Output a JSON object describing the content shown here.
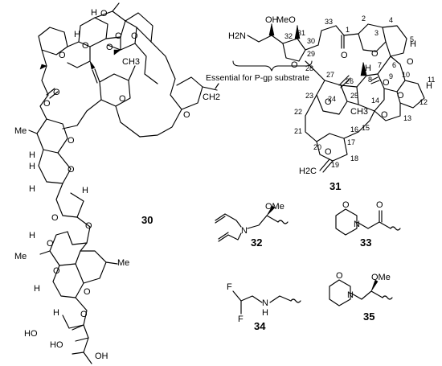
{
  "atoms": {
    "o": "O",
    "h": "H",
    "me": "Me",
    "oh": "OH",
    "ho": "HO",
    "meo": "MeO",
    "h2n": "H2N",
    "ch3": "CH3",
    "ch2": "CH2",
    "h2c": "H2C",
    "nh": "N",
    "hnh": "H",
    "n": "N",
    "f": "F",
    "ome": "OMe"
  },
  "numbers": {
    "n1": "1",
    "n2": "2",
    "n3": "3",
    "n4": "4",
    "n5": "5",
    "n6": "6",
    "n7": "7",
    "n8": "8",
    "n9": "9",
    "n10": "10",
    "n11": "11",
    "n12": "12",
    "n13": "13",
    "n14": "14",
    "n15": "15",
    "n16": "16",
    "n17": "17",
    "n18": "18",
    "n19": "19",
    "n20": "20",
    "n21": "21",
    "n22": "22",
    "n23": "23",
    "n24": "24",
    "n25": "25",
    "n26": "26",
    "n27": "27",
    "n28": "28",
    "n29": "29",
    "n30": "30",
    "n31": "31",
    "n32": "32",
    "n33": "33"
  },
  "annotation": "Essential for P-gp substrate",
  "compounds": {
    "c30": "30",
    "c31": "31",
    "c32": "32",
    "c33": "33",
    "c34": "34",
    "c35": "35"
  }
}
